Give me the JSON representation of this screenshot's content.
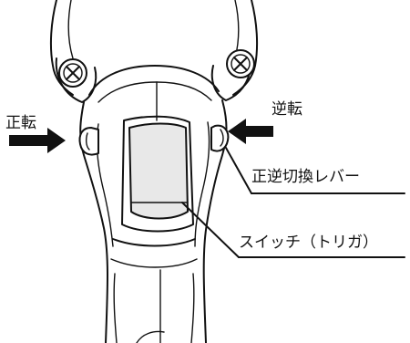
{
  "labels": {
    "forward": "正転",
    "reverse": "逆転",
    "lever": "正逆切換レバー",
    "switch": "スイッチ（トリガ）"
  },
  "colors": {
    "line": "#111111",
    "background": "#ffffff",
    "switch_face": "#e8e8e8"
  }
}
